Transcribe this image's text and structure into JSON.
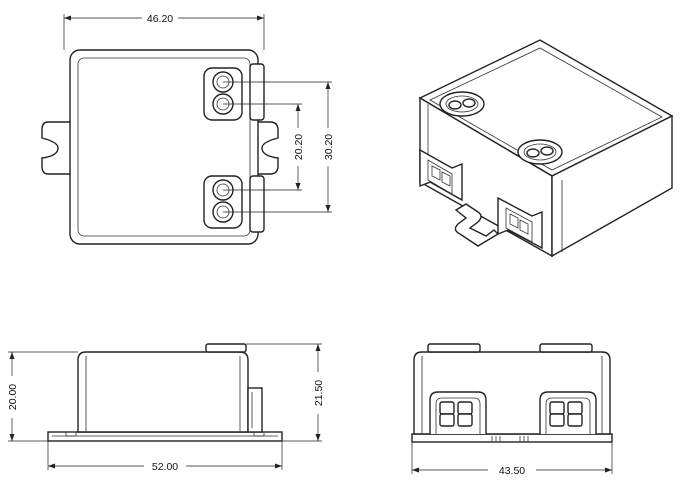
{
  "dimensions": {
    "top_width": "46.20",
    "inner_pitch": "20.20",
    "outer_pitch": "30.20",
    "side_height": "20.00",
    "side_total_height": "21.50",
    "side_length": "52.00",
    "front_width": "43.50"
  }
}
